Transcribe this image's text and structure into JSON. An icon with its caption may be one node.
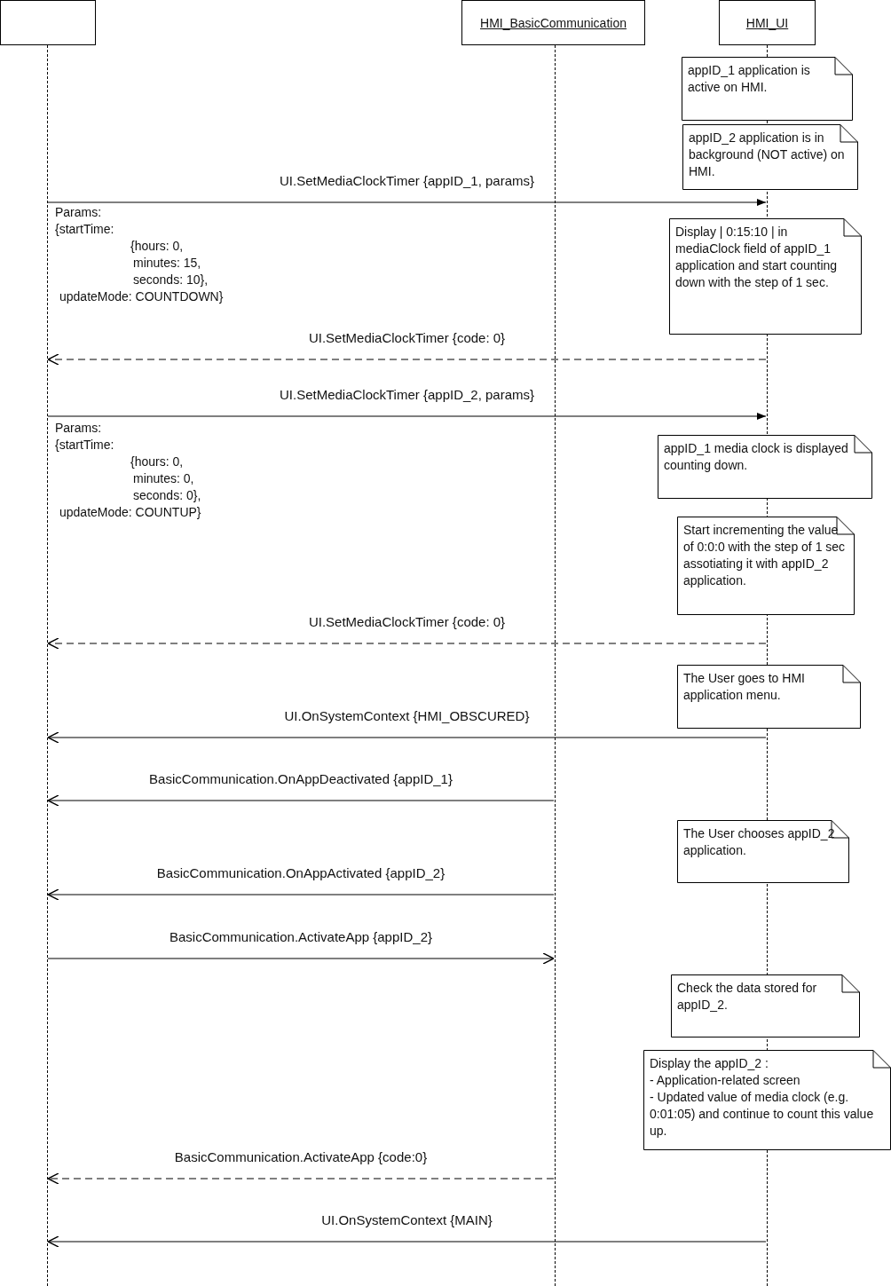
{
  "diagram": {
    "nodes": [
      {
        "text": [],
        "shape": "box"
      },
      {
        "text": [
          "HMI_BasicCommunication"
        ]
      },
      {
        "text": [
          "HMI_UI"
        ]
      },
      {
        "text": [],
        "shape": "line"
      },
      {
        "text": [],
        "shape": "line"
      },
      {
        "text": [],
        "shape": "line"
      },
      {
        "text": [
          "appID_1 application is active on HMI."
        ]
      },
      {
        "text": [
          "appID_2 application is in background (NOT active) on HMI."
        ]
      },
      {
        "text": [
          "Display | 0:15:10 | in mediaClock field of appID_1 application and start counting down with the step of 1 sec."
        ]
      },
      {
        "text": [
          "appID_1 media clock is displayed counting down."
        ]
      },
      {
        "text": [
          "Start incrementing the value of 0:0:0 with the step of 1 sec assotiating it with appID_2 application."
        ]
      },
      {
        "text": [
          "The User goes to HMI application menu."
        ]
      },
      {
        "text": [
          "The User chooses appID_2 application."
        ]
      },
      {
        "text": [
          "Check the data stored for appID_2."
        ]
      },
      {
        "text": [
          "Display the appID_2 :",
          "- Application-related screen",
          "- Updated value of media clock (e.g. 0:01:05) and continue to count this value up."
        ]
      }
    ],
    "edges": [
      {
        "from": 3,
        "to": 5,
        "arrow": "to",
        "label": "UI.SetMediaClockTimer {appID_1, params}"
      },
      {
        "from": 5,
        "to": 3,
        "arrow": "to",
        "style": "dashed",
        "label": "UI.SetMediaClockTimer {code: 0}"
      },
      {
        "from": 3,
        "to": 5,
        "arrow": "to",
        "label": "UI.SetMediaClockTimer {appID_2, params}"
      },
      {
        "from": 5,
        "to": 3,
        "arrow": "to",
        "style": "dashed",
        "label": "UI.SetMediaClockTimer {code: 0}"
      },
      {
        "from": 5,
        "to": 3,
        "arrow": "to",
        "label": "UI.OnSystemContext {HMI_OBSCURED}"
      },
      {
        "from": 4,
        "to": 3,
        "arrow": "to",
        "label": "BasicCommunication.OnAppDeactivated {appID_1}"
      },
      {
        "from": 4,
        "to": 3,
        "arrow": "to",
        "label": "BasicCommunication.OnAppActivated {appID_2}"
      },
      {
        "from": 3,
        "to": 4,
        "arrow": "to",
        "label": "BasicCommunication.ActivateApp {appID_2}"
      },
      {
        "from": 4,
        "to": 3,
        "arrow": "to",
        "style": "dashed",
        "label": "BasicCommunication.ActivateApp {code:0}"
      },
      {
        "from": 5,
        "to": 3,
        "arrow": "to",
        "label": "UI.OnSystemContext {MAIN}"
      }
    ],
    "labels": [
      "Params:",
      "{startTime:",
      "{hours: 0,",
      "minutes: 15,",
      "seconds: 10},",
      "updateMode: COUNTDOWN}",
      "Params:",
      "{startTime:",
      "{hours: 0,",
      "minutes: 0,",
      "seconds: 0},",
      "updateMode: COUNTUP}"
    ]
  }
}
